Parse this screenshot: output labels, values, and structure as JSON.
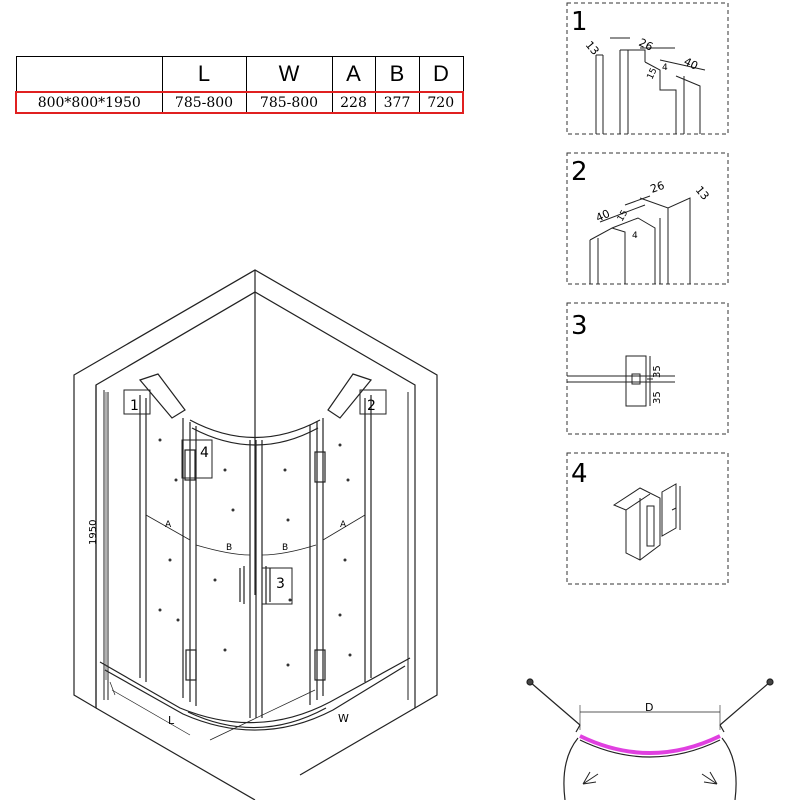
{
  "spec_table": {
    "headers": [
      "",
      "L",
      "W",
      "A",
      "B",
      "D"
    ],
    "row": [
      "800*800*1950",
      "785-800",
      "785-800",
      "228",
      "377",
      "720"
    ]
  },
  "main_drawing": {
    "height_label": "1950",
    "dim_L": "L",
    "dim_W": "W",
    "dim_A": "A",
    "dim_B": "B",
    "callouts": [
      "1",
      "2",
      "3",
      "4"
    ]
  },
  "details": [
    {
      "number": "1",
      "dims": [
        "13",
        "26",
        "40",
        "15",
        "4"
      ]
    },
    {
      "number": "2",
      "dims": [
        "40",
        "26",
        "13",
        "15",
        "4"
      ]
    },
    {
      "number": "3",
      "dims": [
        "35",
        "35"
      ]
    },
    {
      "number": "4",
      "dims": []
    }
  ],
  "plan_view": {
    "dim_label": "D"
  },
  "colors": {
    "highlight_border": "#e02020",
    "plan_highlight": "#e040e0"
  }
}
